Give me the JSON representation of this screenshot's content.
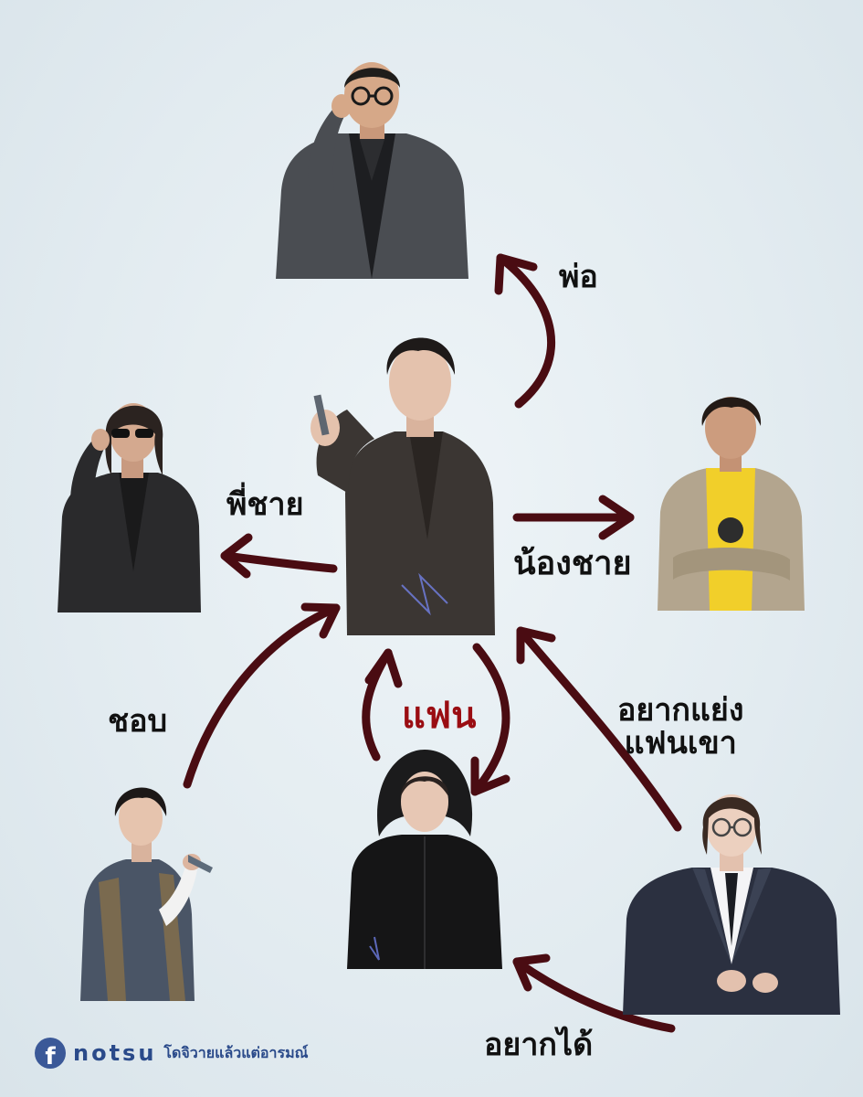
{
  "colors": {
    "background": "#e3ecf1",
    "arrow": "#4a0c12",
    "label": "#111111",
    "label_highlight": "#9a0d12",
    "brand": "#2a4a8a",
    "facebook": "#3b5998"
  },
  "people": [
    {
      "id": "father",
      "icon": "man-in-grey-coat-adjusting-glasses-portrait"
    },
    {
      "id": "center",
      "icon": "young-man-in-leather-jacket-holding-knife-portrait"
    },
    {
      "id": "older-brother",
      "icon": "long-haired-man-in-sunglasses-leather-jacket-portrait"
    },
    {
      "id": "younger-brother",
      "icon": "man-in-camo-jacket-yellow-shirt-portrait"
    },
    {
      "id": "short-hair-woman",
      "icon": "short-haired-woman-with-knife-portrait"
    },
    {
      "id": "hooded-man",
      "icon": "young-man-in-black-hoodie-portrait"
    },
    {
      "id": "suit-man",
      "icon": "man-with-glasses-in-suit-portrait"
    }
  ],
  "labels": {
    "father": "พ่อ",
    "older_brother": "พี่ชาย",
    "younger_brother": "น้องชาย",
    "lover": "แฟน",
    "likes": "ชอบ",
    "wants_to_steal_his_lover": "อยากแย่ง\nแฟนเขา",
    "wants": "อยากได้"
  },
  "footer": {
    "icon": "facebook-icon",
    "icon_glyph": "f",
    "brand": "notsu",
    "tagline": "โดจิวายแล้วแต่อารมณ์"
  }
}
